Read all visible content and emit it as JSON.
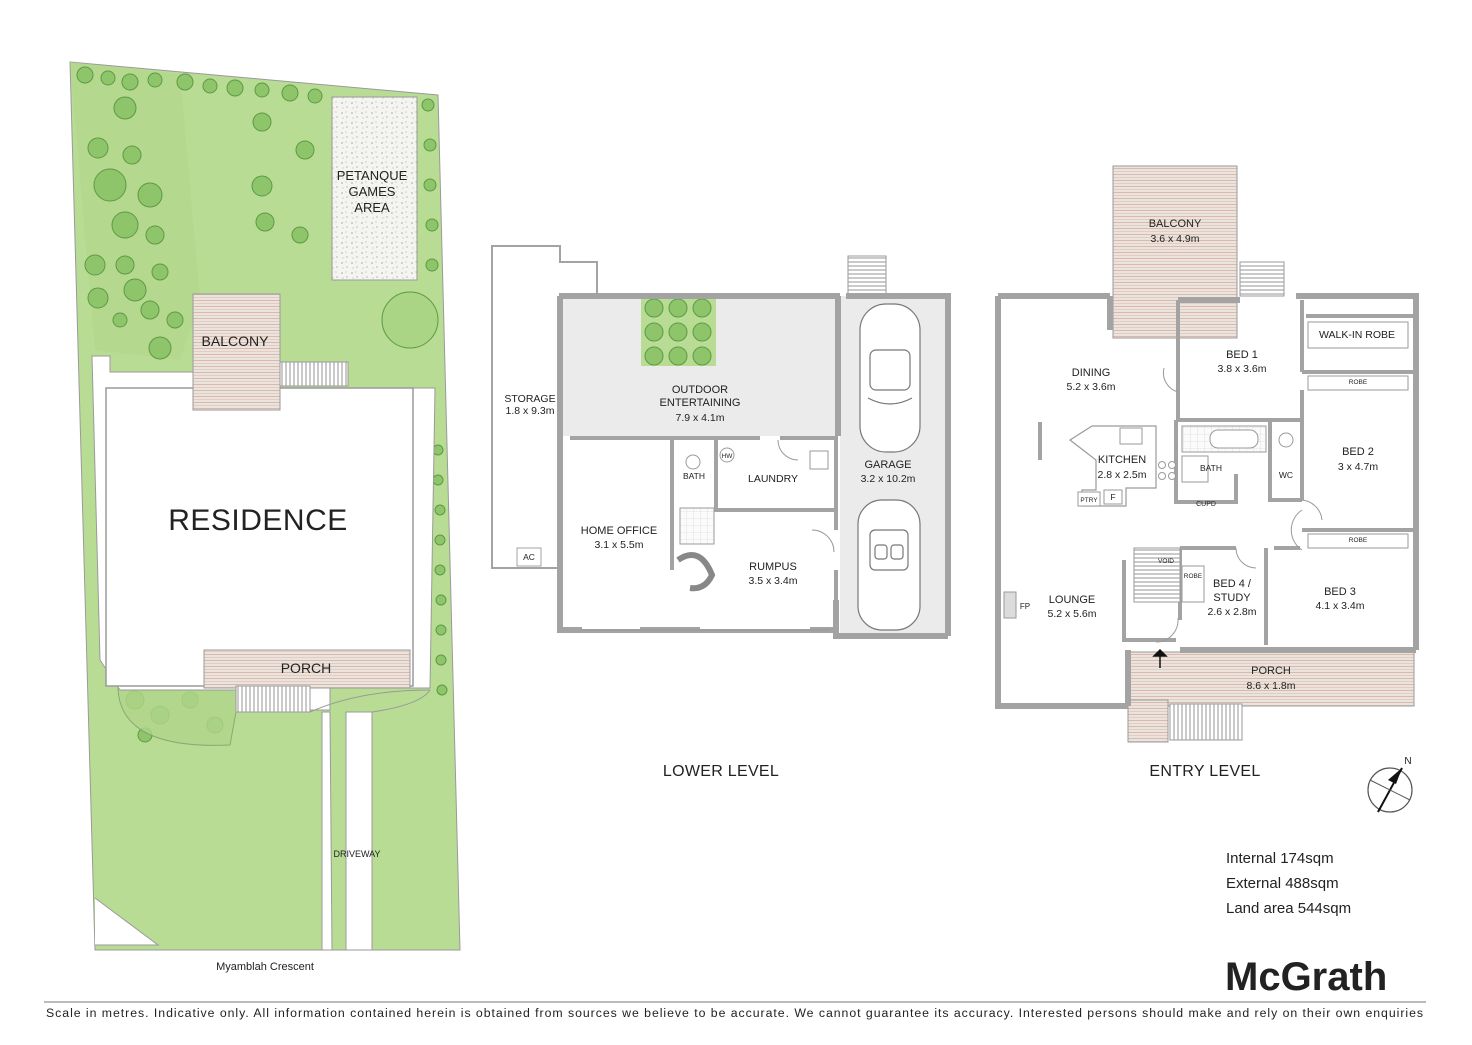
{
  "site": {
    "residence": "RESIDENCE",
    "balcony": "BALCONY",
    "porch": "PORCH",
    "petanque_line1": "PETANQUE",
    "petanque_line2": "GAMES",
    "petanque_line3": "AREA",
    "driveway": "DRIVEWAY",
    "street": "Myamblah Crescent"
  },
  "lower": {
    "title": "LOWER LEVEL",
    "storage": "STORAGE",
    "storage_dim": "1.8 x 9.3m",
    "ac": "AC",
    "outdoor_line1": "OUTDOOR",
    "outdoor_line2": "ENTERTAINING",
    "outdoor_dim": "7.9 x 4.1m",
    "garage": "GARAGE",
    "garage_dim": "3.2 x 10.2m",
    "bath": "BATH",
    "hw": "HW",
    "laundry": "LAUNDRY",
    "home_office": "HOME OFFICE",
    "home_office_dim": "3.1 x 5.5m",
    "rumpus": "RUMPUS",
    "rumpus_dim": "3.5 x 3.4m"
  },
  "entry": {
    "title": "ENTRY LEVEL",
    "balcony": "BALCONY",
    "balcony_dim": "3.6 x 4.9m",
    "dining": "DINING",
    "dining_dim": "5.2 x 3.6m",
    "bed1": "BED 1",
    "bed1_dim": "3.8 x 3.6m",
    "walkin": "WALK-IN ROBE",
    "robe": "ROBE",
    "bed2": "BED 2",
    "bed2_dim": "3 x 4.7m",
    "kitchen": "KITCHEN",
    "kitchen_dim": "2.8 x 2.5m",
    "ptry": "PTRY",
    "f": "F",
    "bath": "BATH",
    "wc": "WC",
    "cupd": "CUPD",
    "void": "VOID",
    "bed4_line1": "BED 4 /",
    "bed4_line2": "STUDY",
    "bed4_dim": "2.6 x 2.8m",
    "bed3": "BED 3",
    "bed3_dim": "4.1 x 3.4m",
    "lounge": "LOUNGE",
    "lounge_dim": "5.2 x 5.6m",
    "fp": "FP",
    "porch": "PORCH",
    "porch_dim": "8.6 x 1.8m",
    "north": "N"
  },
  "areas": {
    "internal": "Internal 174sqm",
    "external": "External 488sqm",
    "land": "Land area 544sqm"
  },
  "brand": "McGrath",
  "disclaimer": "Scale in metres. Indicative only. All information contained herein is obtained from sources we believe to be accurate. We cannot guarantee its accuracy. Interested persons should make and rely on their own enquiries",
  "colors": {
    "lawn": "#b9dc95",
    "deck": "#e9e3de",
    "wall": "#a3a3a3",
    "planting": "#8fc56a"
  }
}
